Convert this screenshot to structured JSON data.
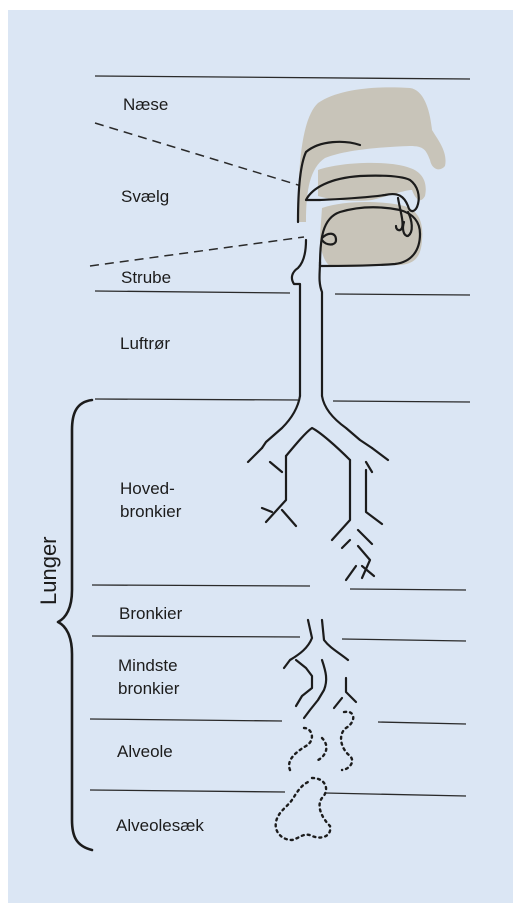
{
  "labels": {
    "naese": "Næse",
    "svaelg": "Svælg",
    "strube": "Strube",
    "luftror": "Luftrør",
    "hovedbronkier_line1": "Hoved-",
    "hovedbronkier_line2": "bronkier",
    "bronkier": "Bronkier",
    "mindste_line1": "Mindste",
    "mindste_line2": "bronkier",
    "alveole": "Alveole",
    "alveolesaek": "Alveolesæk"
  },
  "bracket_label": "Lunger",
  "colors": {
    "background": "#dbe6f4",
    "tissue_fill": "#c8c4b9",
    "ink": "#1c1c1c"
  }
}
